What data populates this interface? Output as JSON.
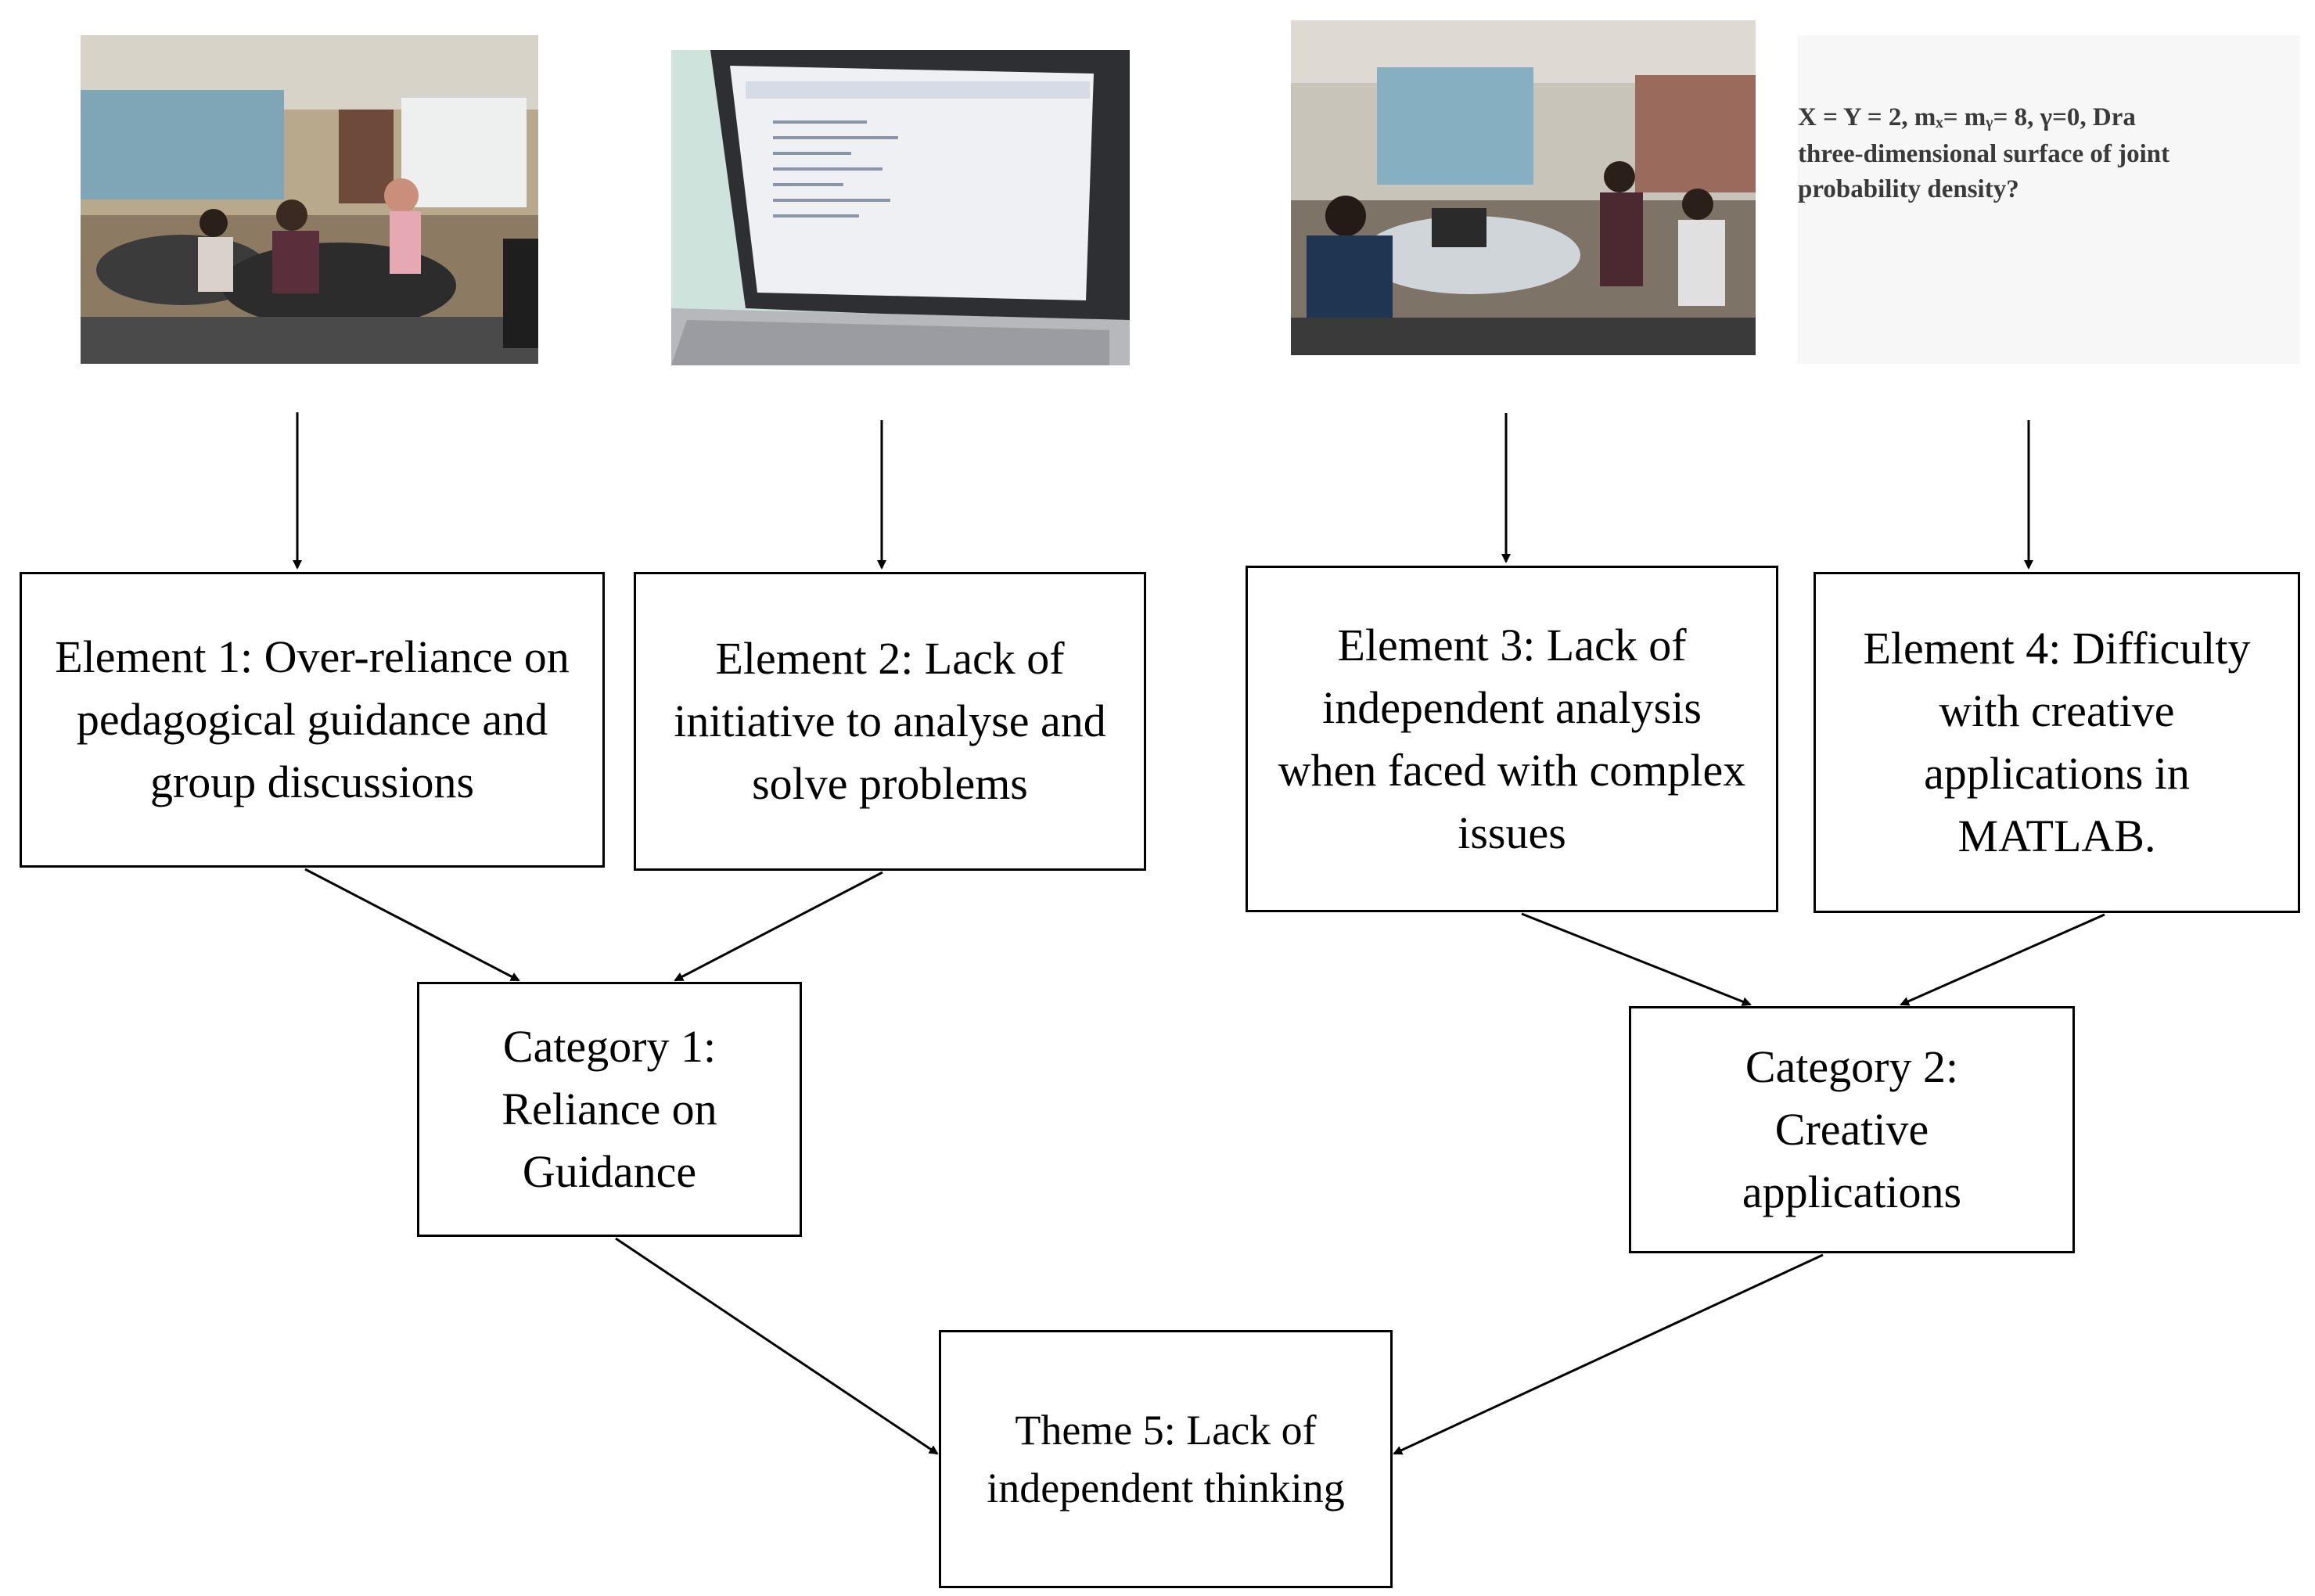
{
  "photos": [
    {
      "subject": "classroom-group-discussion"
    },
    {
      "subject": "laptop-matlab-code"
    },
    {
      "subject": "students-working-on-laptops"
    },
    {
      "subject": "probability-question-slide"
    }
  ],
  "question": {
    "line1": "X = Y = 2,   mₓ= mᵧ= 8,  γ=0,  Dra",
    "line2": "three-dimensional surface of joint",
    "line3": "probability density?"
  },
  "elements": {
    "el1": "Element 1: Over-reliance on pedagogical guidance and group discussions",
    "el2": "Element 2: Lack of initiative to analyse and solve problems",
    "el3": "Element 3: Lack of independent analysis when faced with complex issues",
    "el4": "Element 4: Difficulty with creative applications in MATLAB."
  },
  "categories": {
    "cat1": "Category 1: Reliance on Guidance",
    "cat2": "Category 2: Creative applications"
  },
  "theme": "Theme 5: Lack of independent thinking",
  "colors": {
    "stroke": "#000000",
    "background": "#ffffff"
  }
}
